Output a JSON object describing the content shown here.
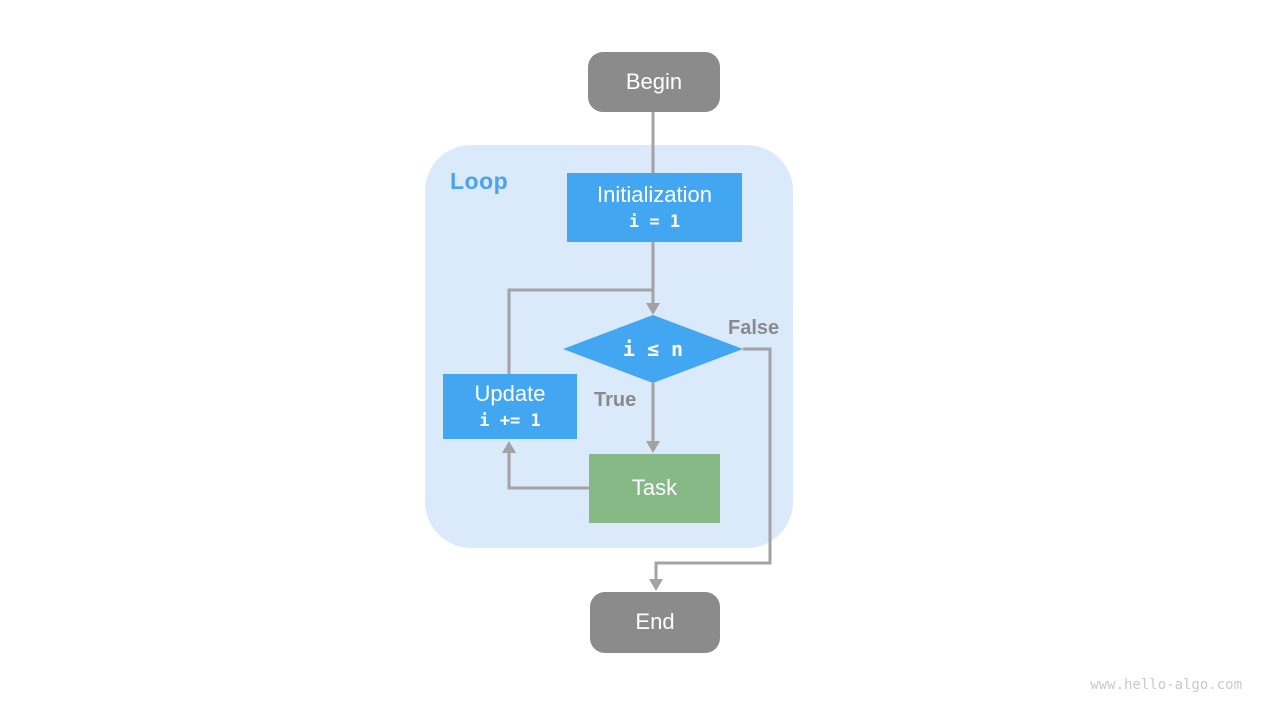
{
  "diagram": {
    "loop_label": "Loop",
    "nodes": {
      "begin": {
        "label": "Begin"
      },
      "initialization": {
        "label": "Initialization",
        "code": "i = 1"
      },
      "condition": {
        "label": "i ≤ n"
      },
      "update": {
        "label": "Update",
        "code": "i += 1"
      },
      "task": {
        "label": "Task"
      },
      "end": {
        "label": "End"
      }
    },
    "edges": {
      "true_label": "True",
      "false_label": "False"
    }
  },
  "watermark": "www.hello-algo.com",
  "colors": {
    "terminal_gray": "#8b8b8b",
    "process_blue": "#43a6f1",
    "task_green": "#86b985",
    "loop_background": "#dbeafa",
    "loop_label_blue": "#4aa3ee",
    "connector_gray": "#a3a3a3",
    "branch_label_gray": "#8a8a8a",
    "watermark_gray": "#c9c9c9"
  }
}
